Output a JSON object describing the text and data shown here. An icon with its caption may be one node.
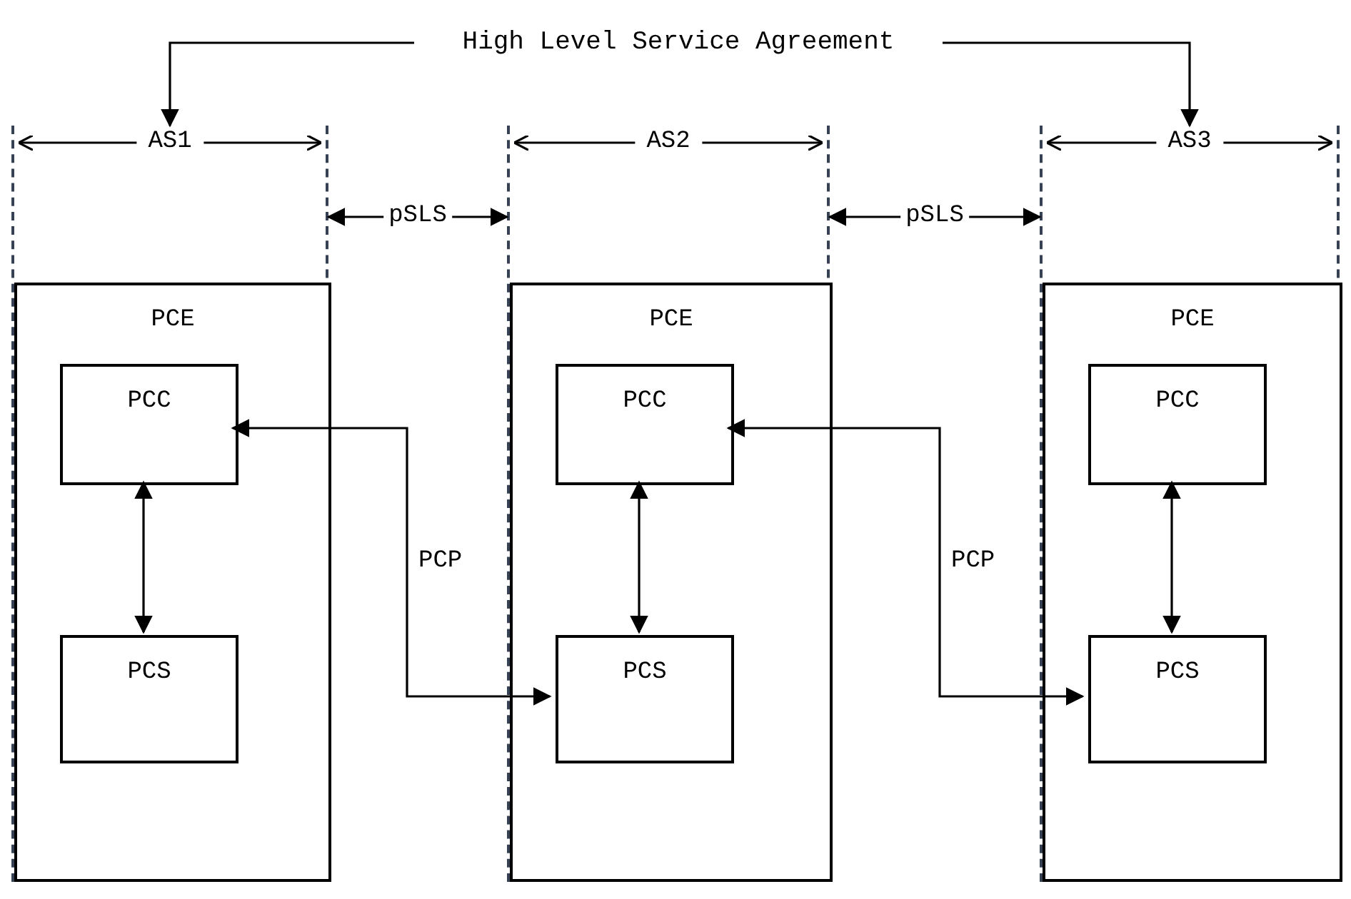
{
  "diagram": {
    "nodes": [
      {
        "text": [
          "High Level Service Agreement"
        ]
      },
      {
        "text": [
          "AS1"
        ]
      },
      {
        "text": [
          "PCE"
        ],
        "in": 1
      },
      {
        "text": [
          "PCC"
        ],
        "in": 2
      },
      {
        "text": [
          "PCS"
        ],
        "in": 2
      },
      {
        "text": [
          "AS2"
        ]
      },
      {
        "text": [
          "PCE"
        ],
        "in": 5
      },
      {
        "text": [
          "PCC"
        ],
        "in": 6
      },
      {
        "text": [
          "PCS"
        ],
        "in": 6
      },
      {
        "text": [
          "AS3"
        ]
      },
      {
        "text": [
          "PCE"
        ],
        "in": 9
      },
      {
        "text": [
          "PCC"
        ],
        "in": 10
      },
      {
        "text": [
          "PCS"
        ],
        "in": 10
      }
    ],
    "edges": [
      {
        "from": 0,
        "to": 1,
        "arrow": "to"
      },
      {
        "from": 0,
        "to": 9,
        "arrow": "to"
      },
      {
        "from": 1,
        "to": 5,
        "arrow": "both",
        "label": "pSLS"
      },
      {
        "from": 5,
        "to": 9,
        "arrow": "both",
        "label": "pSLS"
      },
      {
        "from": 3,
        "to": 4,
        "arrow": "both"
      },
      {
        "from": 7,
        "to": 8,
        "arrow": "both"
      },
      {
        "from": 11,
        "to": 12,
        "arrow": "both"
      },
      {
        "from": 3,
        "to": 8,
        "arrow": "both",
        "label": "PCP"
      },
      {
        "from": 7,
        "to": 12,
        "arrow": "both",
        "label": "PCP"
      }
    ]
  }
}
